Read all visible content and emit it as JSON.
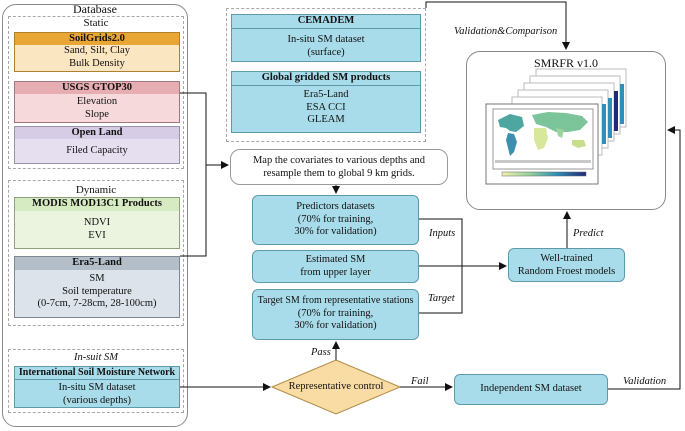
{
  "database": {
    "title": "Database",
    "static_label": "Static",
    "dynamic_label": "Dynamic",
    "insitu_label": "In-suit SM",
    "soilgrids": {
      "title": "SoilGrids2.0",
      "lines": [
        "Sand, Silt, Clay",
        "Bulk Density"
      ]
    },
    "gtop": {
      "title": "USGS GTOP30",
      "lines": [
        "Elevation",
        "Slope"
      ]
    },
    "openland": {
      "title": "Open Land",
      "lines": [
        "Filed Capacity"
      ]
    },
    "modis": {
      "title": "MODIS MOD13C1 Products",
      "lines": [
        "NDVI",
        "EVI"
      ]
    },
    "era5": {
      "title": "Era5-Land",
      "lines": [
        "SM",
        "Soil temperature",
        "(0-7cm, 7-28cm, 28-100cm)"
      ]
    },
    "ismn": {
      "title": "International Soil Moisture Network",
      "lines": [
        "In-situ SM dataset",
        "(various depths)"
      ]
    }
  },
  "validation_sources": {
    "cemadem": {
      "title": "CEMADEM",
      "lines": [
        "In-situ SM dataset",
        "(surface)"
      ]
    },
    "global": {
      "title": "Global gridded SM products",
      "lines": [
        "Era5-Land",
        "ESA CCI",
        "GLEAM"
      ]
    }
  },
  "flow": {
    "map_covariates": [
      "Map the covariates  to various depths and",
      "resample them to global 9 km grids."
    ],
    "predictors": [
      "Predictors datasets",
      "(70% for training,",
      "30% for validation)"
    ],
    "estimated": [
      "Estimated SM",
      "from upper layer"
    ],
    "target": [
      "Target SM from representative stations",
      "(70% for training,",
      "30% for validation)"
    ],
    "rep_control": "Representative control",
    "independent": "Independent SM dataset",
    "rf_model": [
      "Well-trained",
      "Random Froest models"
    ]
  },
  "product": {
    "title": "SMRFR v1.0"
  },
  "labels": {
    "validation_comparison": "Validation&Comparison",
    "inputs": "Inputs",
    "target": "Target",
    "pass": "Pass",
    "fail": "Fail",
    "predict": "Predict",
    "validation": "Validation"
  },
  "colors": {
    "orange": "#e8a735",
    "pink_header": "#e6adb2",
    "pink_body": "#f6d9db",
    "lavender": "#dcd3ea",
    "green": "#e8f3dc",
    "slate_header": "#b3bec9",
    "slate_body": "#dde3ea",
    "cyan": "#a9dcea",
    "diamond": "#f9dca4"
  }
}
